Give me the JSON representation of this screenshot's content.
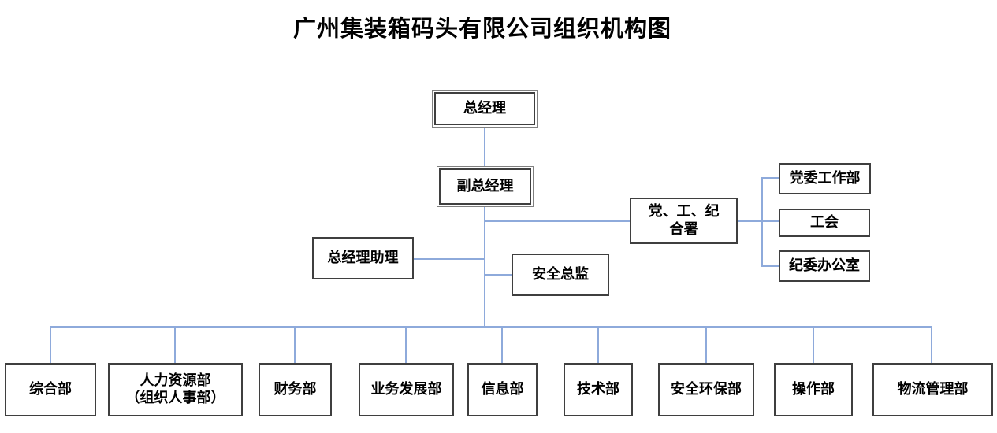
{
  "title": "广州集装箱码头有限公司组织机构图",
  "colors": {
    "connector_blue": "#8EAADB",
    "box_border": "#3F3F3F",
    "double_border_outer": "#808080",
    "text": "#000000",
    "background": "#FFFFFF"
  },
  "org": {
    "root": {
      "label": "总经理"
    },
    "deputy": {
      "label": "副总经理"
    },
    "gm_assistant": {
      "label": "总经理助理"
    },
    "safety_director": {
      "label": "安全总监"
    },
    "party_office": {
      "label_line1": "党、工、纪",
      "label_line2": "合署"
    },
    "party_children": [
      {
        "label": "党委工作部"
      },
      {
        "label": "工会"
      },
      {
        "label": "纪委办公室"
      }
    ],
    "departments": [
      {
        "label": "综合部"
      },
      {
        "label": "人力资源部",
        "label_line2": "（组织人事部）"
      },
      {
        "label": "财务部"
      },
      {
        "label": "业务发展部"
      },
      {
        "label": "信息部"
      },
      {
        "label": "技术部"
      },
      {
        "label": "安全环保部"
      },
      {
        "label": "操作部"
      },
      {
        "label": "物流管理部"
      }
    ]
  }
}
